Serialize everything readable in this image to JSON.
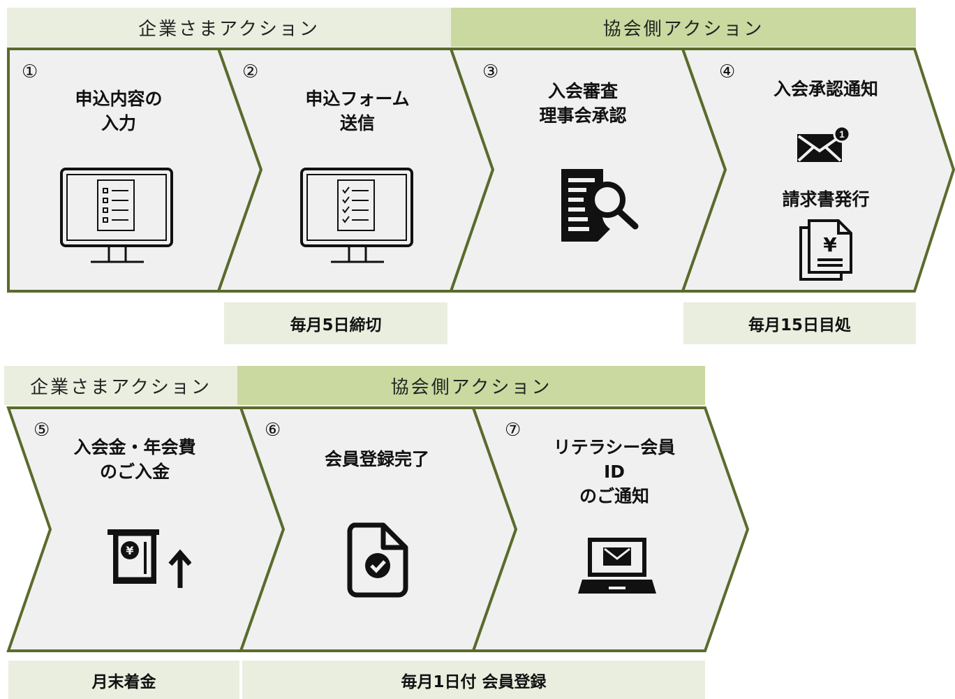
{
  "colors": {
    "chevron_fill": "#f0f0f0",
    "chevron_stroke": "#5a6b2c",
    "corporate_band": "#eaeedf",
    "association_band": "#c9d9a0",
    "note_band": "#eaeedf"
  },
  "row1": {
    "band_corporate": "企業さまアクション",
    "band_association": "協会側アクション",
    "steps": [
      {
        "number": "①",
        "title_line1": "申込内容の",
        "title_line2": "入力",
        "icon": "monitor-list-icon"
      },
      {
        "number": "②",
        "title_line1": "申込フォーム",
        "title_line2": "送信",
        "icon": "monitor-checklist-icon"
      },
      {
        "number": "③",
        "title_line1": "入会審査",
        "title_line2": "理事会承認",
        "icon": "document-search-icon"
      },
      {
        "number": "④",
        "title_line1": "入会承認通知",
        "title_line2": "請求書発行",
        "icon": "mail-notification-icon",
        "icon2": "yen-invoice-icon"
      }
    ],
    "note_deadline": "毎月5日締切",
    "note_target": "毎月15日目処"
  },
  "row2": {
    "band_corporate": "企業さまアクション",
    "band_association": "協会側アクション",
    "steps": [
      {
        "number": "⑤",
        "title_line1": "入会金・年会費",
        "title_line2": "のご入金",
        "icon": "atm-deposit-icon"
      },
      {
        "number": "⑥",
        "title_line1": "会員登録完了",
        "title_line2": "",
        "icon": "file-check-icon"
      },
      {
        "number": "⑦",
        "title_line1": "リテラシー会員",
        "title_line2": "ID",
        "title_line3": "のご通知",
        "icon": "laptop-mail-icon"
      }
    ],
    "note_payment": "月末着金",
    "note_registration": "毎月1日付 会員登録"
  }
}
